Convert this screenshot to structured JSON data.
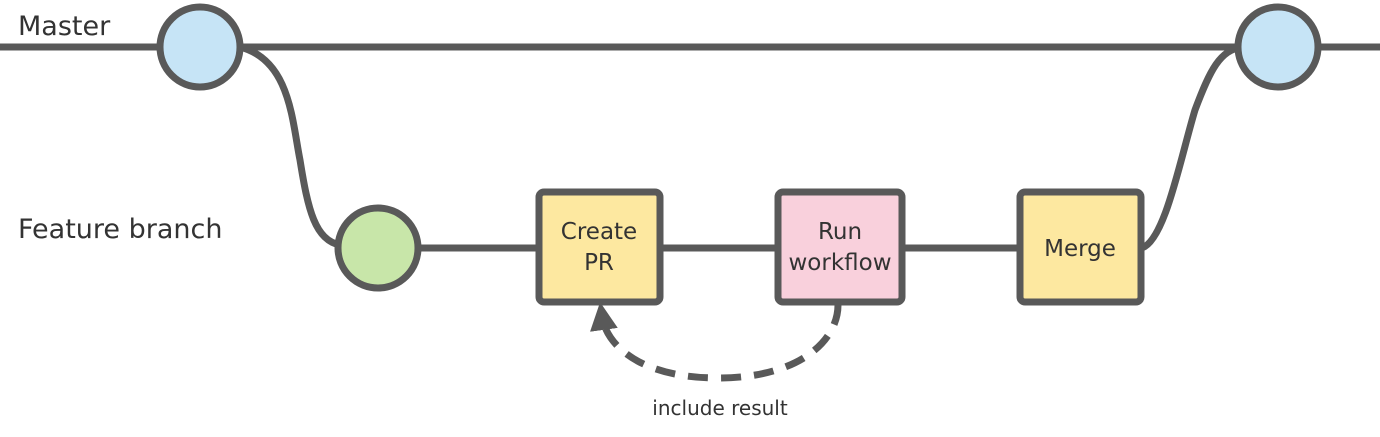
{
  "lanes": {
    "master": "Master",
    "feature": "Feature branch"
  },
  "steps": {
    "create_pr": [
      "Create",
      "PR"
    ],
    "run_workflow": [
      "Run",
      "workflow"
    ],
    "merge": [
      "Merge"
    ]
  },
  "feedback_label": "include result",
  "colors": {
    "line": "#595959",
    "master_commit": "#c6e4f6",
    "feature_commit": "#c8e6a9",
    "create_pr": "#fde8a0",
    "run_workflow": "#f9d0dc",
    "merge": "#fde8a0",
    "text": "#333333"
  }
}
